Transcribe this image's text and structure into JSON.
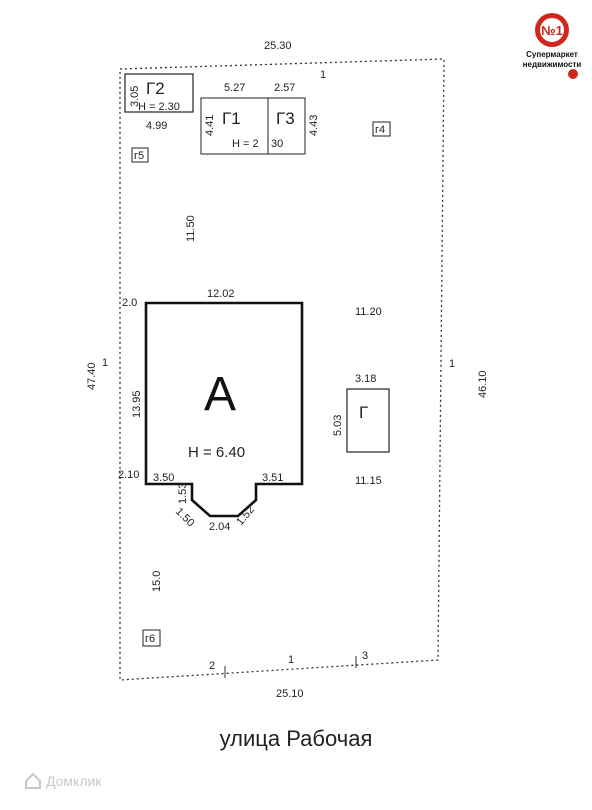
{
  "plot": {
    "top_length": "25.30",
    "bottom_length": "25.10",
    "left_length": "47.40",
    "right_length": "46.10",
    "point_1_top": "1",
    "point_1_left": "1",
    "point_1_right": "1",
    "point_1_bottom": "1",
    "point_2_bottom": "2",
    "point_3_bottom": "3"
  },
  "house": {
    "label": "А",
    "height": "Н = 6.40",
    "top_width": "12.02",
    "left_height": "13.95",
    "corner_top_left": "2.0",
    "corner_bottom_left": "2.10",
    "bottom_left_seg": "3.50",
    "bottom_right_seg": "3.51",
    "bay_left_side": "1.53",
    "bay_left_diag": "1.50",
    "bay_bottom": "2.04",
    "bay_right_diag": "1.52"
  },
  "outbuildings": {
    "g1_label": "Г1",
    "g1_width": "5.27",
    "g1_height": "4.41",
    "g3_label": "Г3",
    "g3_width": "2.57",
    "g3_height": "4.43",
    "g1_g3_height_left": "Н = 2",
    "g1_g3_height_right": "30",
    "g2_label": "Г2",
    "g2_height": "Н = 2.30",
    "g2_side": "3.05",
    "g2_bottom": "4.99",
    "g_label": "Г",
    "g_width": "3.18",
    "g_height": "5.03"
  },
  "distances": {
    "left_upper": "11.50",
    "right_upper": "11.20",
    "right_lower": "11.15",
    "left_lower": "15.0"
  },
  "tags": {
    "g4": "г4",
    "g5": "г5",
    "g6": "г6"
  },
  "street": "улица Рабочая",
  "logo": {
    "mark": "№1",
    "line1": "Супермаркет",
    "line2": "недвижимости"
  },
  "watermark": "Домклик"
}
